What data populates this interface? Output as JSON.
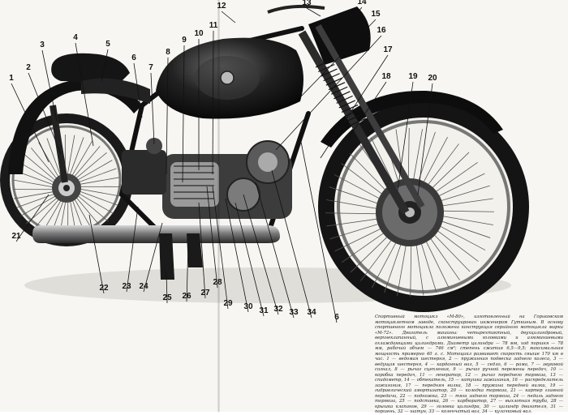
{
  "callouts": [
    {
      "id": "1",
      "text": "1"
    },
    {
      "id": "2",
      "text": "2"
    },
    {
      "id": "3",
      "text": "3"
    },
    {
      "id": "4",
      "text": "4"
    },
    {
      "id": "5",
      "text": "5"
    },
    {
      "id": "6a",
      "text": "6"
    },
    {
      "id": "7",
      "text": "7"
    },
    {
      "id": "8",
      "text": "8"
    },
    {
      "id": "9",
      "text": "9"
    },
    {
      "id": "10",
      "text": "10"
    },
    {
      "id": "11",
      "text": "11"
    },
    {
      "id": "12",
      "text": "12"
    },
    {
      "id": "13",
      "text": "13"
    },
    {
      "id": "14",
      "text": "14"
    },
    {
      "id": "15",
      "text": "15"
    },
    {
      "id": "16",
      "text": "16"
    },
    {
      "id": "17",
      "text": "17"
    },
    {
      "id": "18",
      "text": "18"
    },
    {
      "id": "19",
      "text": "19"
    },
    {
      "id": "20",
      "text": "20"
    },
    {
      "id": "21",
      "text": "21"
    },
    {
      "id": "22",
      "text": "22"
    },
    {
      "id": "23",
      "text": "23"
    },
    {
      "id": "24",
      "text": "24"
    },
    {
      "id": "25",
      "text": "25"
    },
    {
      "id": "26",
      "text": "26"
    },
    {
      "id": "27",
      "text": "27"
    },
    {
      "id": "28",
      "text": "28"
    },
    {
      "id": "29",
      "text": "29"
    },
    {
      "id": "30",
      "text": "30"
    },
    {
      "id": "31",
      "text": "31"
    },
    {
      "id": "32",
      "text": "32"
    },
    {
      "id": "33",
      "text": "33"
    },
    {
      "id": "34",
      "text": "34"
    },
    {
      "id": "6b",
      "text": "6"
    }
  ],
  "caption": "Спортивный мотоцикл «М-80», изготовленный на Горьковском мотоциклетном заводе, сконструирован инженером Гуткиным. В основу спортивного мотоцикла положена конструкция серийного мотоцикла марки «М-72». Двигатель машины: четырехтактный, двухцилиндровый, верхнеклапанный, с алюминиевыми головками и алюминиевыми охлаждающими цилиндрами. Диаметр цилиндра — 78 мм, ход поршня — 78 мм, рабочий объем — 746 см³; степень сжатия 6,5—9,5; максимальная мощность примерно 40 л. с. Мотоцикл развивает скорость свыше 170 км в час. 1 — ведомая шестерня, 2 — пружинная подвеска заднего колеса, 3 — ведущая шестерня, 4 — карданный вал, 5 — седло, 6 — рама, 7 — звуковой сигнал, 8 — рычаг сцепления, 9 — рычаг ручной перемены передач, 10 — коробка передач, 11 — генератор, 12 — рычаг переднего тормоза, 13 — спидометр, 14 — обтекатель, 15 — катушка зажигания, 16 — распределитель зажигания, 17 — передняя вилка, 18 — пружина передней вилки, 19 — гидравлический амортизатор, 20 — колодка тормоза, 21 — картер главной передачи, 22 — подножка, 23 — тяга заднего тормоза, 24 — педаль заднего тормоза, 25 — подставка, 26 — карбюратор, 27 — выхлопная труба, 28 — крышка клапанов, 29 — головка цилиндра, 30 — цилиндр двигателя, 31 — поршень, 32 — шатун, 33 — коленчатый вал, 34 — кулачковый вал."
}
